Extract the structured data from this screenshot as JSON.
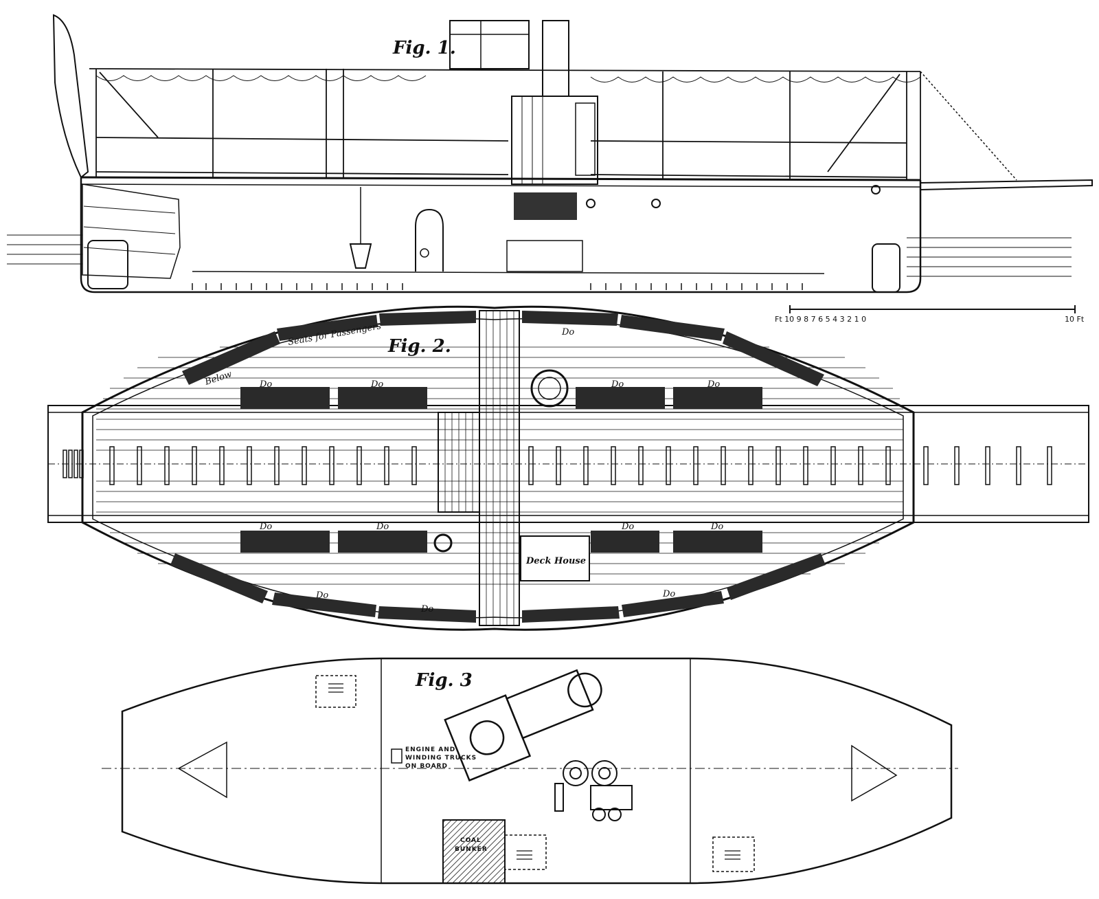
{
  "figures": {
    "fig1": {
      "label": "Fig. 1."
    },
    "fig2": {
      "label": "Fig. 2.",
      "seats_label": "Seats for Passengers",
      "ditto": "Do",
      "deck_house": "Deck House",
      "below": "Below"
    },
    "fig3": {
      "label": "Fig. 3",
      "engine_note_1": "ENGINE AND",
      "engine_note_2": "WINDING TRUCKS",
      "engine_note_3": "ON BOARD",
      "coal_bunker_1": "COAL",
      "coal_bunker_2": "BUNKER"
    }
  },
  "scale_bar": {
    "ticks_text": "Ft 10 9 8 7 6 5 4 3 2 1 0",
    "end_label": "10 Ft"
  }
}
